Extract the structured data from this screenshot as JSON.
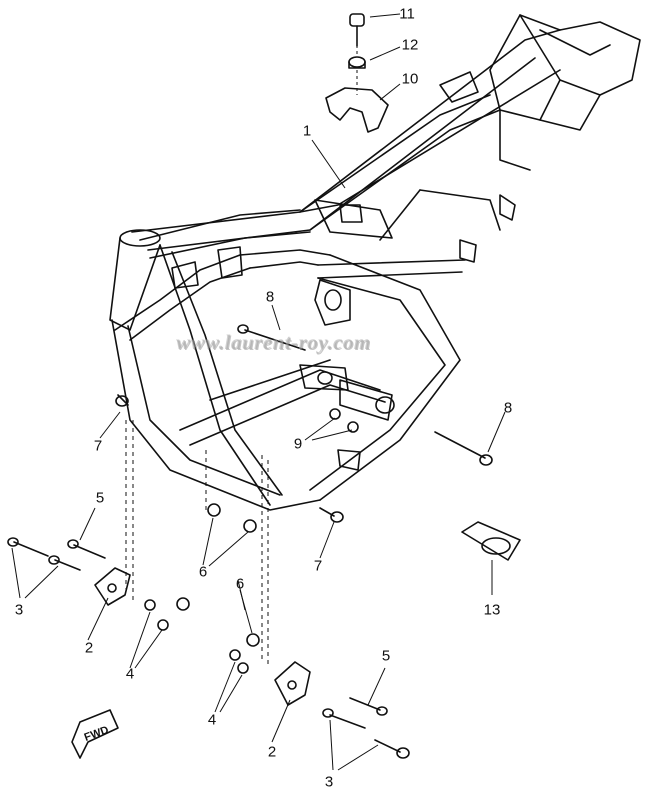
{
  "watermark": "www.laurent-roy.com",
  "direction_tag": "FWD",
  "callouts": {
    "c1": "1",
    "c2a": "2",
    "c2b": "2",
    "c3a": "3",
    "c3b": "3",
    "c4a": "4",
    "c4b": "4",
    "c5a": "5",
    "c5b": "5",
    "c6a": "6",
    "c6b": "6",
    "c7a": "7",
    "c7b": "7",
    "c8a": "8",
    "c8b": "8",
    "c9": "9",
    "c10": "10",
    "c11": "11",
    "c12": "12",
    "c13": "13"
  }
}
